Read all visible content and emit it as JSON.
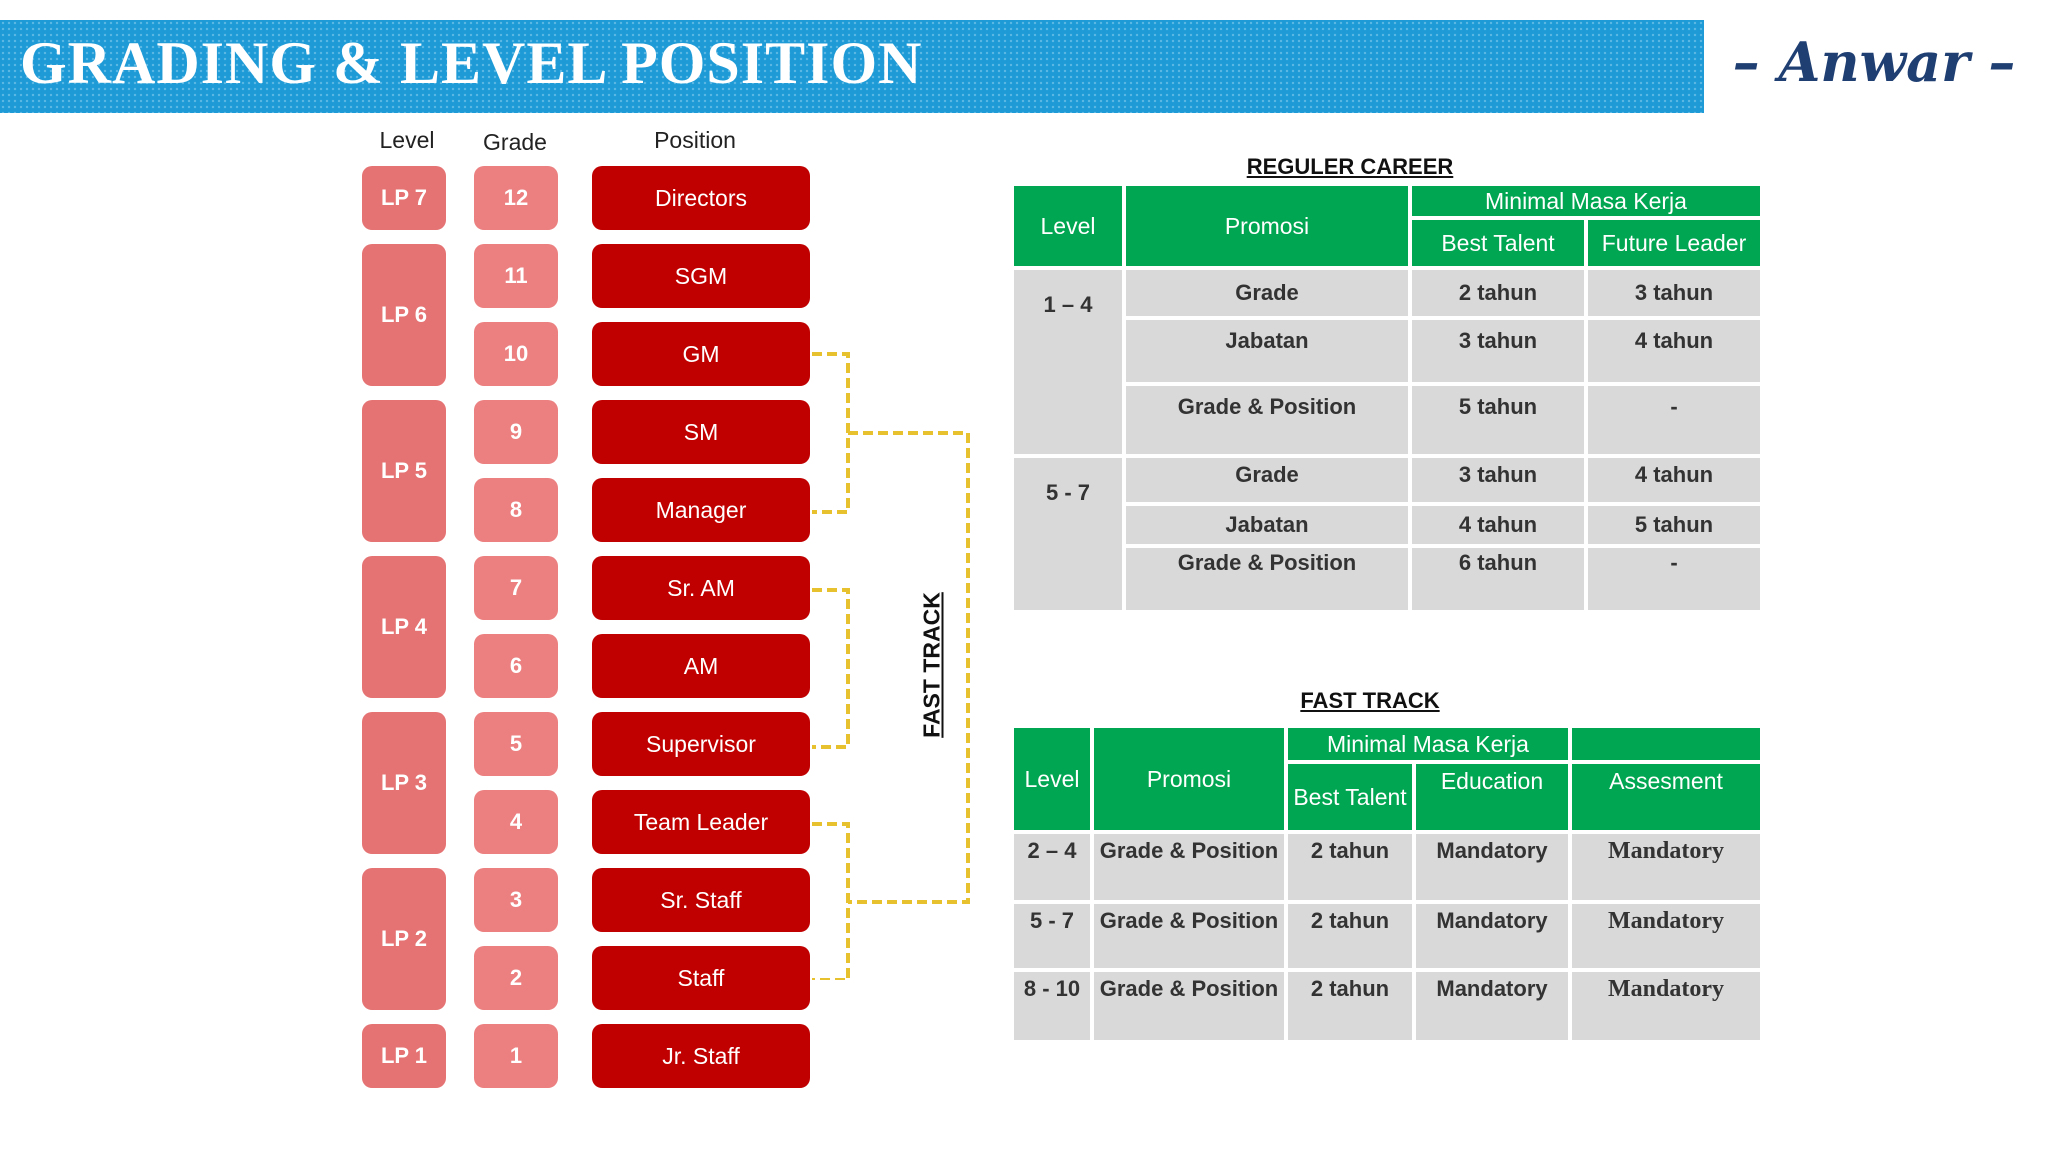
{
  "header": {
    "title": "GRADING & LEVEL POSITION",
    "signature": "– Anwar –"
  },
  "ladder": {
    "headers": {
      "level": "Level",
      "grade": "Grade",
      "position": "Position"
    },
    "levels": [
      "LP 7",
      "LP 6",
      "LP 5",
      "LP 4",
      "LP 3",
      "LP 2",
      "LP 1"
    ],
    "grades": [
      "12",
      "11",
      "10",
      "9",
      "8",
      "7",
      "6",
      "5",
      "4",
      "3",
      "2",
      "1"
    ],
    "positions": [
      "Directors",
      "SGM",
      "GM",
      "SM",
      "Manager",
      "Sr. AM",
      "AM",
      "Supervisor",
      "Team Leader",
      "Sr. Staff",
      "Staff",
      "Jr. Staff"
    ],
    "fast_track_label": "FAST TRACK",
    "connector_color": "#e8c22e"
  },
  "reguler": {
    "caption": "REGULER CAREER",
    "headers": {
      "level": "Level",
      "promosi": "Promosi",
      "group": "Minimal Masa Kerja",
      "best_talent": "Best Talent",
      "future_leader": "Future Leader"
    },
    "groups": [
      {
        "level": "1 – 4",
        "rows": [
          {
            "promosi": "Grade",
            "best": "2 tahun",
            "future": "3 tahun"
          },
          {
            "promosi": "Jabatan",
            "best": "3 tahun",
            "future": "4 tahun"
          },
          {
            "promosi": "Grade & Position",
            "best": "5 tahun",
            "future": "-"
          }
        ]
      },
      {
        "level": "5 - 7",
        "rows": [
          {
            "promosi": "Grade",
            "best": "3 tahun",
            "future": "4 tahun"
          },
          {
            "promosi": "Jabatan",
            "best": "4 tahun",
            "future": "5 tahun"
          },
          {
            "promosi": "Grade & Position",
            "best": "6 tahun",
            "future": "-"
          }
        ]
      }
    ]
  },
  "fasttrack": {
    "caption": "FAST TRACK",
    "headers": {
      "level": "Level",
      "promosi": "Promosi",
      "group": "Minimal Masa Kerja",
      "best_talent": "Best Talent",
      "education": "Education",
      "assesment": "Assesment"
    },
    "rows": [
      {
        "level": "2 – 4",
        "promosi": "Grade & Position",
        "best": "2 tahun",
        "education": "Mandatory",
        "assesment": "Mandatory"
      },
      {
        "level": "5 - 7",
        "promosi": "Grade & Position",
        "best": "2 tahun",
        "education": "Mandatory",
        "assesment": "Mandatory"
      },
      {
        "level": "8 - 10",
        "promosi": "Grade & Position",
        "best": "2 tahun",
        "education": "Mandatory",
        "assesment": "Mandatory"
      }
    ]
  },
  "colors": {
    "banner": "#1e9bd7",
    "level_box": "#e57373",
    "grade_box": "#ec8080",
    "position_box": "#c00000",
    "table_header": "#00a651",
    "table_cell": "#d9d9d9"
  }
}
